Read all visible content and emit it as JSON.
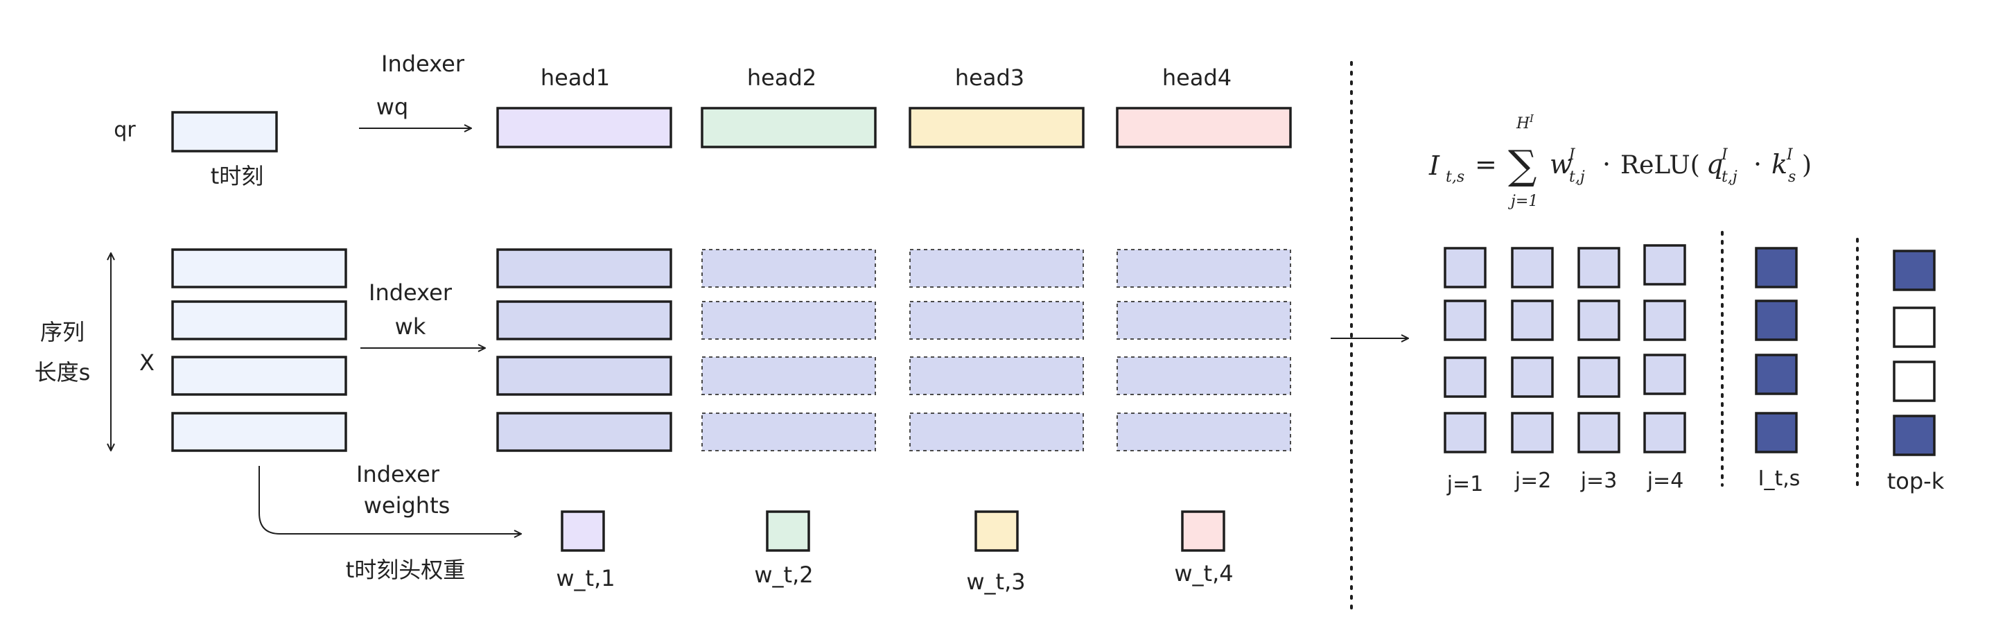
{
  "colors": {
    "head1": "#e8e2fb",
    "head2": "#ddf1e4",
    "head3": "#fcefc9",
    "head4": "#fde2e2",
    "k_proj": "#d4d8f2",
    "input": "#eef3fd",
    "selected": "#4a5a9e",
    "outline": "#1e1e1e"
  },
  "labels": {
    "qr": "qr",
    "t_moment": "t时刻",
    "x": "X",
    "seq_len_1": "序列",
    "seq_len_2": "长度s",
    "indexer_wq_1": "Indexer",
    "indexer_wq_2": "wq",
    "indexer_wk_1": "Indexer",
    "indexer_wk_2": "wk",
    "indexer_weights_1": "Indexer",
    "indexer_weights_2": "weights",
    "head_weights_caption": "t时刻头权重"
  },
  "heads": [
    "head1",
    "head2",
    "head3",
    "head4"
  ],
  "weights": [
    "w_t,1",
    "w_t,2",
    "w_t,3",
    "w_t,4"
  ],
  "formula": {
    "lhs": "I",
    "lhs_sub": "t,s",
    "eq": "=",
    "sum": "∑",
    "sum_top": "H",
    "sum_top_sup": "I",
    "sum_bottom": "j=1",
    "w": "w",
    "w_sup": "I",
    "w_sub": "t,j",
    "dot1": "·",
    "relu": "ReLU(",
    "q": "q",
    "q_sup": "I",
    "q_sub": "t,j",
    "dot2": "·",
    "k": "k",
    "k_sup": "I",
    "k_sub": "s",
    "close": ")"
  },
  "score_columns": [
    "j=1",
    "j=2",
    "j=3",
    "j=4"
  ],
  "index_score_label": "I_t,s",
  "topk_label": "top-k",
  "index_score_selected": [
    true,
    true,
    true,
    true
  ],
  "topk_selected": [
    true,
    false,
    false,
    true
  ]
}
